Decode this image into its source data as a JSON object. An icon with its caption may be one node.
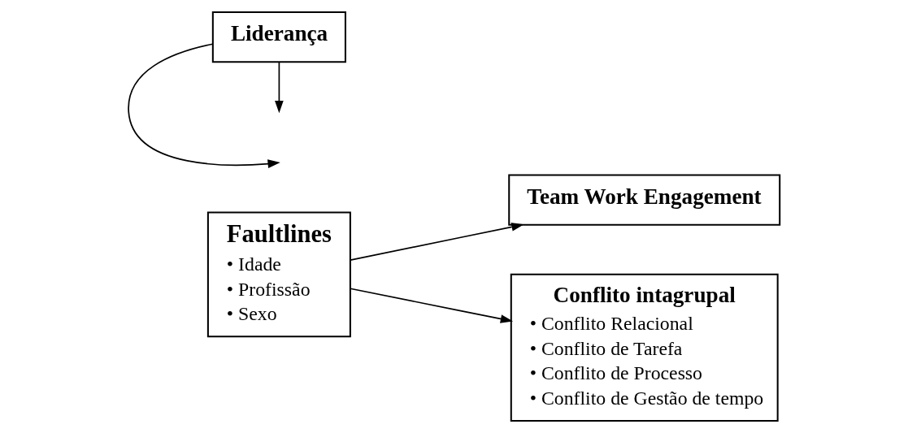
{
  "diagram": {
    "nodes": [
      {
        "text": [
          "Team Work Engagement"
        ]
      },
      {
        "text": [
          "Faultlines",
          "• Idade",
          "• Profissão",
          "• Sexo"
        ]
      },
      {
        "text": [
          "Liderança"
        ]
      },
      {
        "text": [
          "Conflito intagrupal",
          "• Conflito Relacional",
          "• Conflito de Tarefa",
          "• Conflito de Processo",
          "• Conflito de Gestão de tempo"
        ]
      }
    ],
    "edges": [
      {
        "from": 1,
        "to": 0,
        "arrow": "to"
      },
      {
        "from": 1,
        "to": 3,
        "arrow": "to"
      },
      {
        "from": 2,
        "to": null,
        "arrow": "to"
      },
      {
        "from": 2,
        "to": null,
        "arrow": "to"
      }
    ]
  }
}
